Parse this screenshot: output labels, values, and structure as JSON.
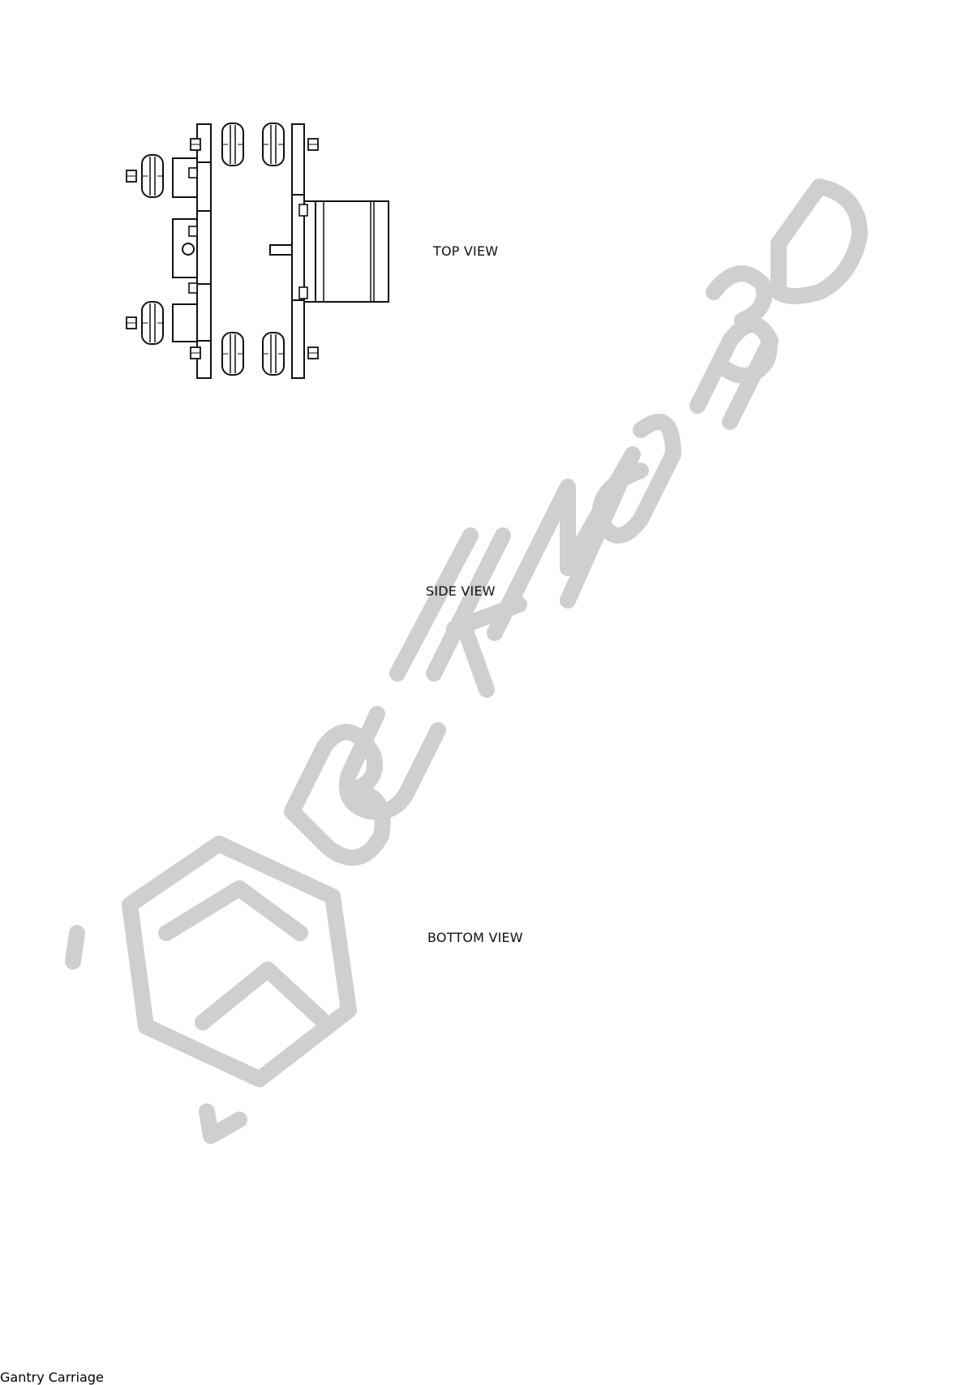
{
  "views": {
    "top": "TOP VIEW",
    "side": "SIDE VIEW",
    "bottom": "BOTTOM VIEW"
  },
  "watermark": {
    "text": "Bulk Man 3D",
    "color": "#cfcfcf"
  },
  "iso_plate_engraving": "Gantry Carriage",
  "colors": {
    "line": "#111111",
    "background": "#ffffff"
  }
}
